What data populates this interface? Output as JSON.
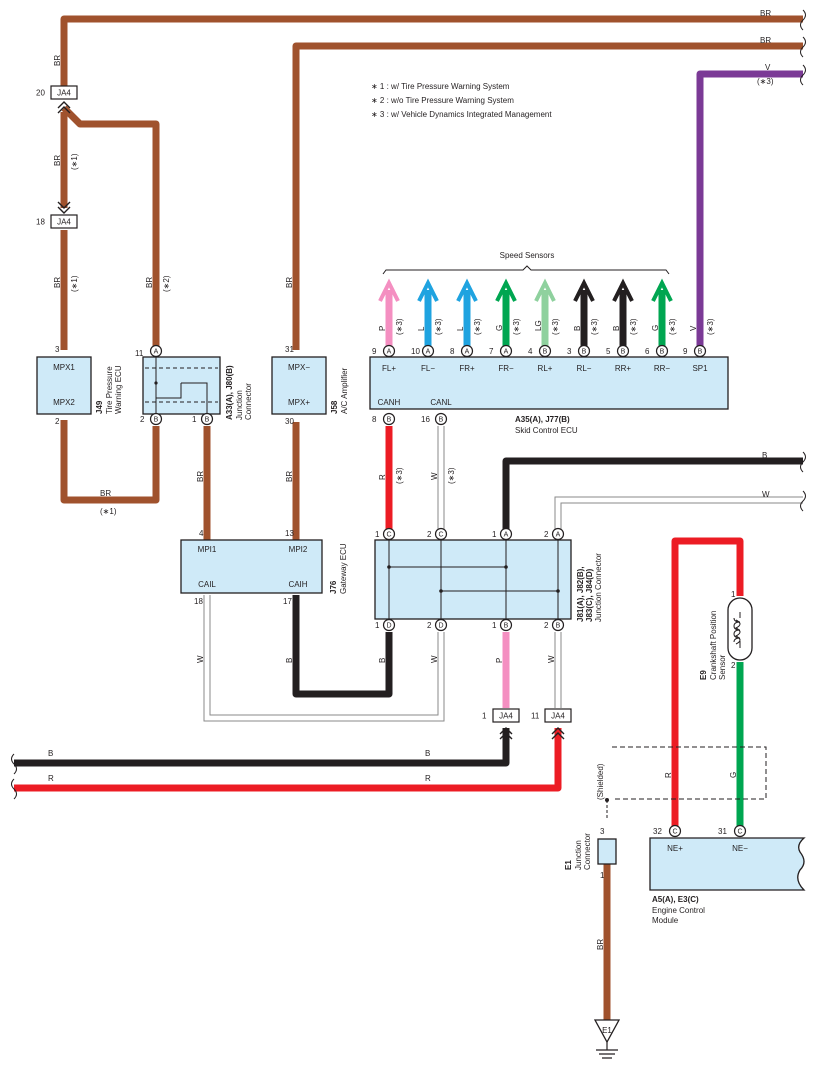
{
  "colors": {
    "BR": "#a0522d",
    "B": "#231f20",
    "W": "#ffffff",
    "R": "#ec1c24",
    "G": "#00a651",
    "LG": "#8fd19e",
    "L": "#1fa3e0",
    "P": "#f48fc1",
    "V": "#7b3a96",
    "box": "#cfeaf8"
  },
  "wire_colors": {
    "top_br1": "BR",
    "top_br2": "BR",
    "top_v": "V",
    "top_v_note": "(∗3)",
    "b_right": "B",
    "w_right": "W",
    "b_left": "B",
    "b_left2": "B",
    "r_left": "R",
    "r_left2": "R",
    "br_left": "BR",
    "br_left_note": "(∗1)",
    "br_mid": "BR",
    "br_mid_note": "(∗1)",
    "br_ja": "BR",
    "br_ja_note": "(∗2)",
    "br_mpx": "BR",
    "br_mpx2": "BR",
    "br_bottom": "BR",
    "br_bottom_note": "(∗1)",
    "br_j80": "BR",
    "br_j76": "BR",
    "canh_r": "R",
    "canh_note": "(∗3)",
    "canl_w": "W",
    "canl_note": "(∗3)",
    "cail_w": "W",
    "caih_b": "B",
    "d1_b": "B",
    "d2_w": "W",
    "b1_p": "P",
    "b2_w": "W",
    "ne_r": "R",
    "ne_g": "G",
    "e1_br": "BR",
    "sensor_note": "(∗3)"
  },
  "notes": [
    "∗ 1 : w/ Tire Pressure Warning System",
    "∗ 2 : w/o Tire Pressure Warning System",
    "∗ 3 : w/ Vehicle Dynamics Integrated Management"
  ],
  "speed_sensors_label": "Speed Sensors",
  "speed_sensor_pins": [
    {
      "color": "P",
      "pin": "9",
      "conn": "A",
      "label": "FL+"
    },
    {
      "color": "L",
      "pin": "10",
      "conn": "A",
      "label": "FL−"
    },
    {
      "color": "L",
      "pin": "8",
      "conn": "A",
      "label": "FR+"
    },
    {
      "color": "G",
      "pin": "7",
      "conn": "A",
      "label": "FR−"
    },
    {
      "color": "LG",
      "pin": "4",
      "conn": "B",
      "label": "RL+"
    },
    {
      "color": "B",
      "pin": "3",
      "conn": "B",
      "label": "RL−"
    },
    {
      "color": "B",
      "pin": "5",
      "conn": "B",
      "label": "RR+"
    },
    {
      "color": "G",
      "pin": "6",
      "conn": "B",
      "label": "RR−"
    },
    {
      "color": "V",
      "pin": "9",
      "conn": "B",
      "label": "SP1"
    }
  ],
  "components": {
    "ja4_top": {
      "pin": "20",
      "name": "JA4"
    },
    "ja4_mid": {
      "pin": "18",
      "name": "JA4"
    },
    "ja4_b1": {
      "pin": "1",
      "name": "JA4"
    },
    "ja4_b2": {
      "pin": "11",
      "name": "JA4"
    },
    "j49": {
      "id": "J49",
      "name1": "Tire Pressure",
      "name2": "Warning ECU",
      "pin_top": "3",
      "pin_bottom": "2",
      "label_top": "MPX1",
      "label_bottom": "MPX2"
    },
    "a33": {
      "id": "A33(A), J80(B)",
      "name1": "Junction",
      "name2": "Connector",
      "pin_tl": "11",
      "conn_tl": "A",
      "pin_bl": "2",
      "conn_bl": "B",
      "pin_br": "1",
      "conn_br": "B"
    },
    "j58": {
      "id": "J58",
      "name": "A/C Amplifier",
      "pin_top": "31",
      "pin_bottom": "30",
      "label_top": "MPX−",
      "label_bottom": "MPX+"
    },
    "a35": {
      "id": "A35(A), J77(B)",
      "name": "Skid Control ECU",
      "canh": "CANH",
      "canl": "CANL",
      "pin_canh": "8",
      "conn_canh": "B",
      "pin_canl": "16",
      "conn_canl": "B"
    },
    "j76": {
      "id": "J76",
      "name": "Gateway ECU",
      "mpi1": "MPI1",
      "mpi2": "MPI2",
      "cail": "CAIL",
      "caih": "CAIH",
      "pin_mpi1": "4",
      "pin_mpi2": "13",
      "pin_cail": "18",
      "pin_caih": "17"
    },
    "j81": {
      "id1": "J81(A), J82(B),",
      "id2": "J83(C), J84(D)",
      "name": "Junction Connector",
      "top": [
        {
          "pin": "1",
          "conn": "C"
        },
        {
          "pin": "2",
          "conn": "C"
        },
        {
          "pin": "1",
          "conn": "A"
        },
        {
          "pin": "2",
          "conn": "A"
        }
      ],
      "bottom": [
        {
          "pin": "1",
          "conn": "D"
        },
        {
          "pin": "2",
          "conn": "D"
        },
        {
          "pin": "1",
          "conn": "B"
        },
        {
          "pin": "2",
          "conn": "B"
        }
      ]
    },
    "e9": {
      "id": "E9",
      "name1": "Crankshaft Position",
      "name2": "Sensor",
      "pin_top": "1",
      "pin_bottom": "2"
    },
    "a5": {
      "id": "A5(A), E3(C)",
      "name1": "Engine Control",
      "name2": "Module",
      "pin_ne_plus": "32",
      "conn_ne_plus": "C",
      "pin_ne_minus": "31",
      "conn_ne_minus": "C",
      "ne_plus": "NE+",
      "ne_minus": "NE−"
    },
    "e1": {
      "id": "E1",
      "name1": "Junction",
      "name2": "Connector",
      "pin_top": "3",
      "pin_bottom": "1"
    },
    "shielded": "(Shielded)",
    "ground": "E1"
  }
}
